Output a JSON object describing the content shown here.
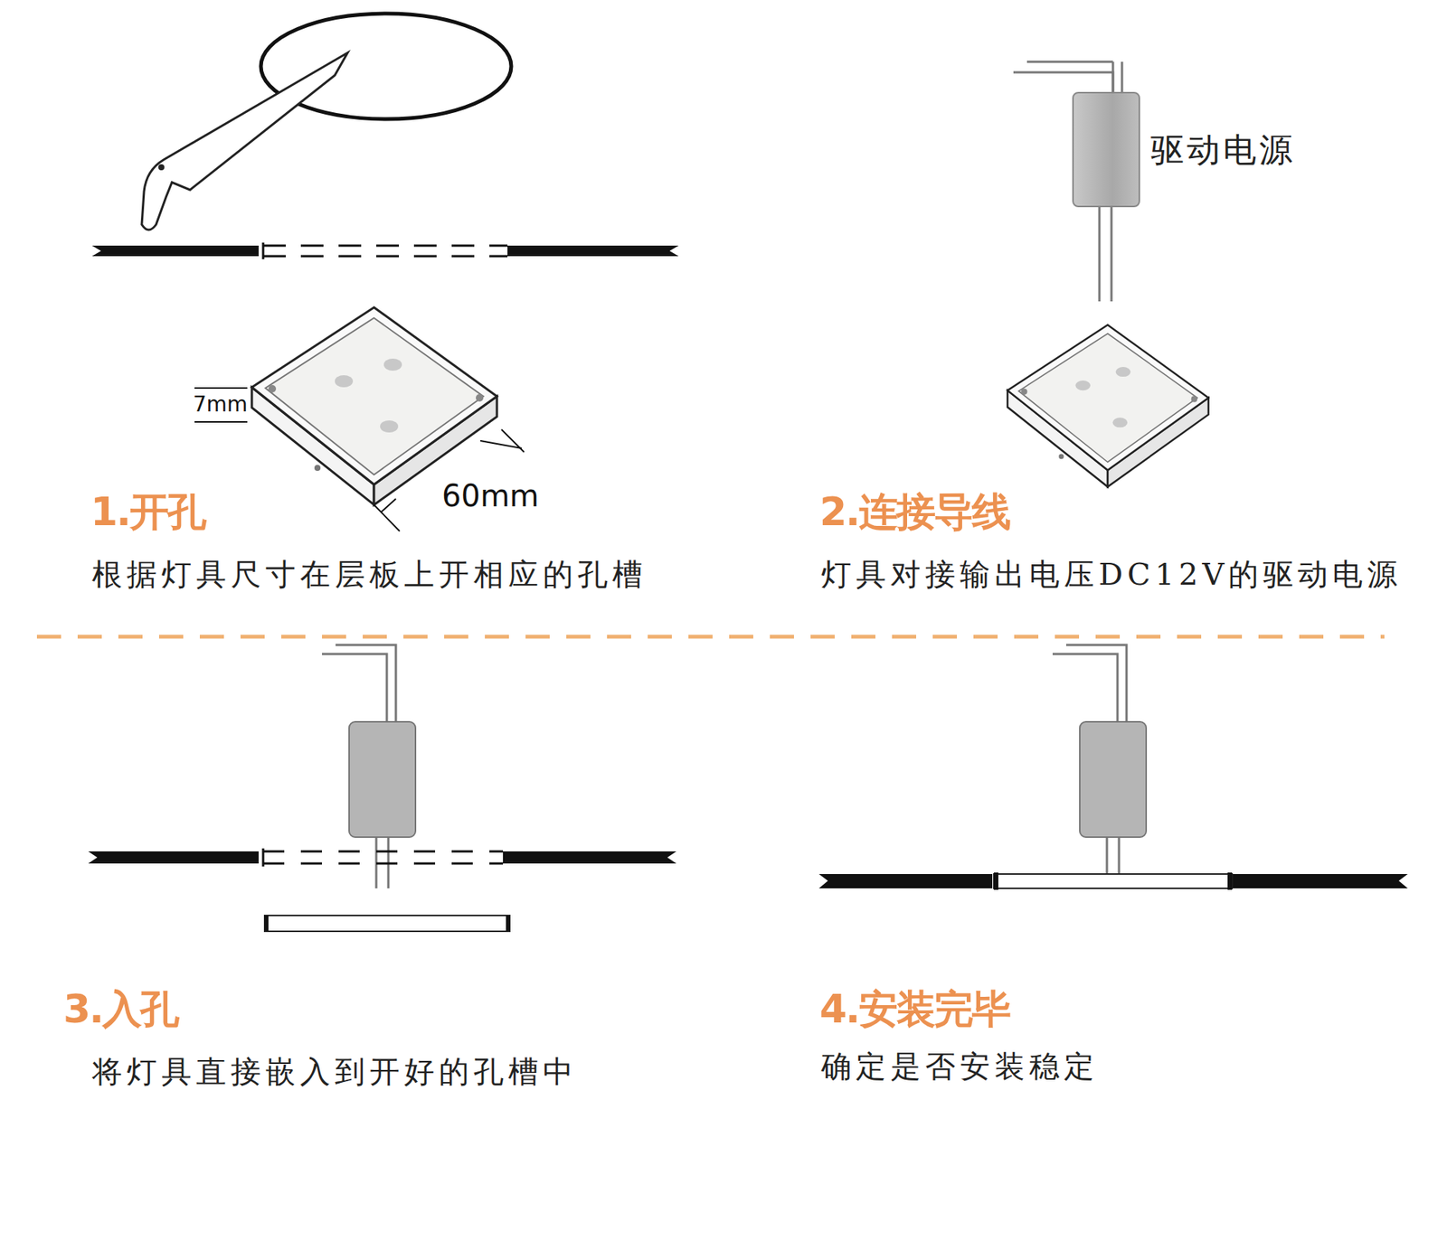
{
  "diagram": {
    "nodes": [
      {
        "text": [
          "驱动电源"
        ]
      }
    ],
    "labels": [
      "7mm",
      "60mm",
      "1.开孔",
      "根据灯具尺寸在层板上开相应的孔槽",
      "2.连接导线",
      "灯具对接输出电压DC12V的驱动电源",
      "3.入孔",
      "将灯具直接嵌入到开好的孔槽中",
      "4.安装完毕",
      "确定是否安装稳定"
    ]
  }
}
